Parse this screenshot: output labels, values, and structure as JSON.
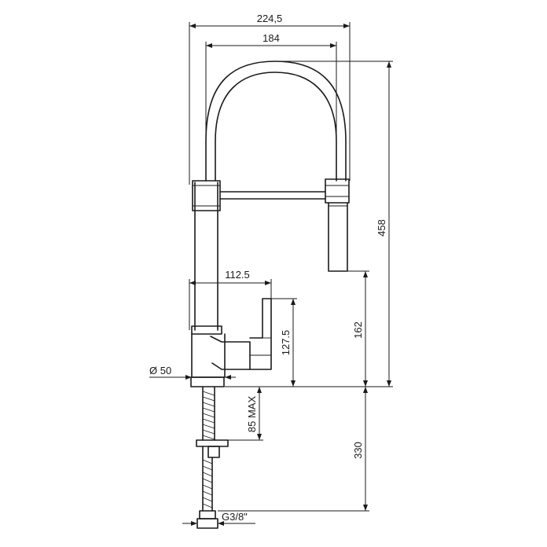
{
  "dimensions": {
    "overall_width": "224,5",
    "spout_width": "184",
    "total_height": "458",
    "handle_reach": "112.5",
    "handle_height": "127.5",
    "spout_outlet_height": "162",
    "base_diameter": "Ø 50",
    "max_deck_thickness": "85 MAX",
    "hose_length": "330",
    "connection": "G3/8\""
  }
}
